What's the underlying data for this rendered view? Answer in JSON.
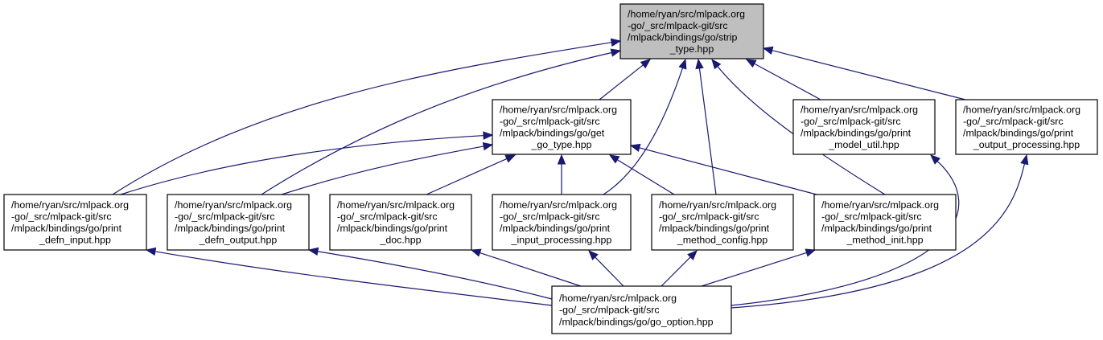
{
  "diagram": {
    "type": "include-dependency-graph",
    "colors": {
      "edge": "#191970",
      "root_fill": "#bfbfbf",
      "node_fill": "#ffffff",
      "border": "#000000"
    },
    "nodes": [
      {
        "id": "strip_type",
        "root": true,
        "lines": [
          "/home/ryan/src/mlpack.org",
          "-go/_src/mlpack-git/src",
          "/mlpack/bindings/go/strip",
          "_type.hpp"
        ]
      },
      {
        "id": "get_go_type",
        "lines": [
          "/home/ryan/src/mlpack.org",
          "-go/_src/mlpack-git/src",
          "/mlpack/bindings/go/get",
          "_go_type.hpp"
        ]
      },
      {
        "id": "print_model_util",
        "lines": [
          "/home/ryan/src/mlpack.org",
          "-go/_src/mlpack-git/src",
          "/mlpack/bindings/go/print",
          "_model_util.hpp"
        ]
      },
      {
        "id": "print_output_processing",
        "lines": [
          "/home/ryan/src/mlpack.org",
          "-go/_src/mlpack-git/src",
          "/mlpack/bindings/go/print",
          "_output_processing.hpp"
        ]
      },
      {
        "id": "print_defn_input",
        "lines": [
          "/home/ryan/src/mlpack.org",
          "-go/_src/mlpack-git/src",
          "/mlpack/bindings/go/print",
          "_defn_input.hpp"
        ]
      },
      {
        "id": "print_defn_output",
        "lines": [
          "/home/ryan/src/mlpack.org",
          "-go/_src/mlpack-git/src",
          "/mlpack/bindings/go/print",
          "_defn_output.hpp"
        ]
      },
      {
        "id": "print_doc",
        "lines": [
          "/home/ryan/src/mlpack.org",
          "-go/_src/mlpack-git/src",
          "/mlpack/bindings/go/print",
          "_doc.hpp"
        ]
      },
      {
        "id": "print_input_processing",
        "lines": [
          "/home/ryan/src/mlpack.org",
          "-go/_src/mlpack-git/src",
          "/mlpack/bindings/go/print",
          "_input_processing.hpp"
        ]
      },
      {
        "id": "print_method_config",
        "lines": [
          "/home/ryan/src/mlpack.org",
          "-go/_src/mlpack-git/src",
          "/mlpack/bindings/go/print",
          "_method_config.hpp"
        ]
      },
      {
        "id": "print_method_init",
        "lines": [
          "/home/ryan/src/mlpack.org",
          "-go/_src/mlpack-git/src",
          "/mlpack/bindings/go/print",
          "_method_init.hpp"
        ]
      },
      {
        "id": "go_option",
        "lines": [
          "/home/ryan/src/mlpack.org",
          "-go/_src/mlpack-git/src",
          "/mlpack/bindings/go/go_option.hpp"
        ]
      }
    ],
    "edges": [
      {
        "from": "get_go_type",
        "to": "strip_type"
      },
      {
        "from": "print_defn_input",
        "to": "strip_type"
      },
      {
        "from": "print_defn_output",
        "to": "strip_type"
      },
      {
        "from": "print_input_processing",
        "to": "strip_type"
      },
      {
        "from": "print_method_config",
        "to": "strip_type"
      },
      {
        "from": "print_method_init",
        "to": "strip_type"
      },
      {
        "from": "print_model_util",
        "to": "strip_type"
      },
      {
        "from": "print_output_processing",
        "to": "strip_type"
      },
      {
        "from": "print_defn_input",
        "to": "get_go_type"
      },
      {
        "from": "print_defn_output",
        "to": "get_go_type"
      },
      {
        "from": "print_doc",
        "to": "get_go_type"
      },
      {
        "from": "print_input_processing",
        "to": "get_go_type"
      },
      {
        "from": "print_method_config",
        "to": "get_go_type"
      },
      {
        "from": "print_method_init",
        "to": "get_go_type"
      },
      {
        "from": "go_option",
        "to": "print_defn_input"
      },
      {
        "from": "go_option",
        "to": "print_defn_output"
      },
      {
        "from": "go_option",
        "to": "print_doc"
      },
      {
        "from": "go_option",
        "to": "print_input_processing"
      },
      {
        "from": "go_option",
        "to": "print_method_config"
      },
      {
        "from": "go_option",
        "to": "print_method_init"
      },
      {
        "from": "go_option",
        "to": "print_model_util"
      },
      {
        "from": "go_option",
        "to": "print_output_processing"
      }
    ]
  }
}
